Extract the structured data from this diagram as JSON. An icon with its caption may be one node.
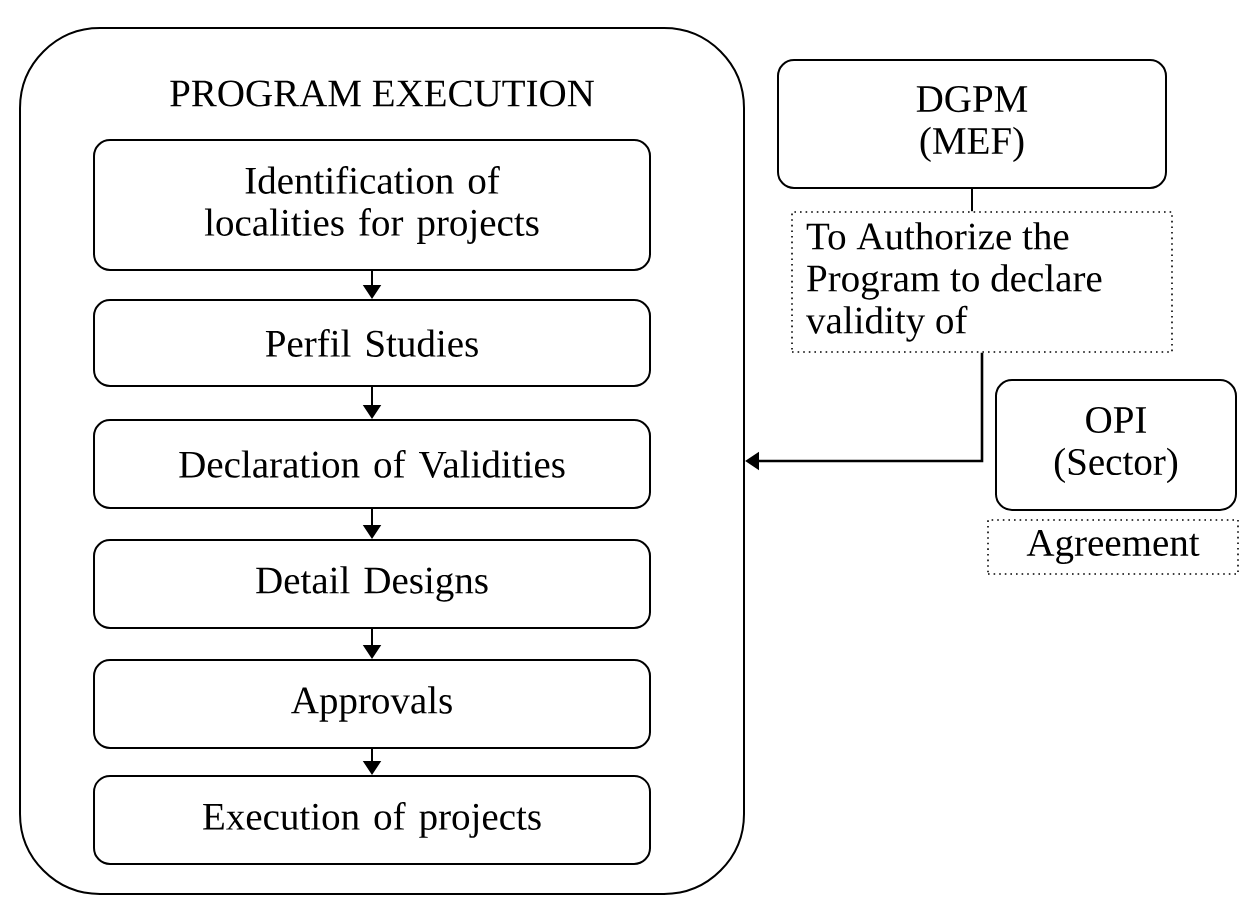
{
  "diagram": {
    "nodes": [
      {
        "text": [
          "PROGRAM EXECUTION"
        ]
      },
      {
        "text": [
          "Identification of localities for projects"
        ],
        "in": 0
      },
      {
        "text": [
          "Perfil Studies"
        ],
        "in": 0
      },
      {
        "text": [
          "Declaration of Validities"
        ],
        "in": 0
      },
      {
        "text": [
          "Detail Designs"
        ],
        "in": 0
      },
      {
        "text": [
          "Approvals"
        ],
        "in": 0
      },
      {
        "text": [
          "Execution of projects"
        ],
        "in": 0
      },
      {
        "text": [
          "DGPM (MEF)"
        ]
      },
      {
        "text": [
          "To Authorize the Program to declare validity of"
        ]
      },
      {
        "text": [
          "OPI (Sector)"
        ]
      },
      {
        "text": [
          "Agreement"
        ]
      }
    ],
    "edges": [
      {
        "from": 1,
        "to": 2,
        "arrow": "to"
      },
      {
        "from": 2,
        "to": 3,
        "arrow": "to"
      },
      {
        "from": 3,
        "to": 4,
        "arrow": "to"
      },
      {
        "from": 4,
        "to": 5,
        "arrow": "to"
      },
      {
        "from": 5,
        "to": 6,
        "arrow": "to"
      },
      {
        "from": 7,
        "to": 8,
        "arrow": "none"
      },
      {
        "from": 8,
        "to": 0,
        "arrow": "to"
      }
    ]
  }
}
